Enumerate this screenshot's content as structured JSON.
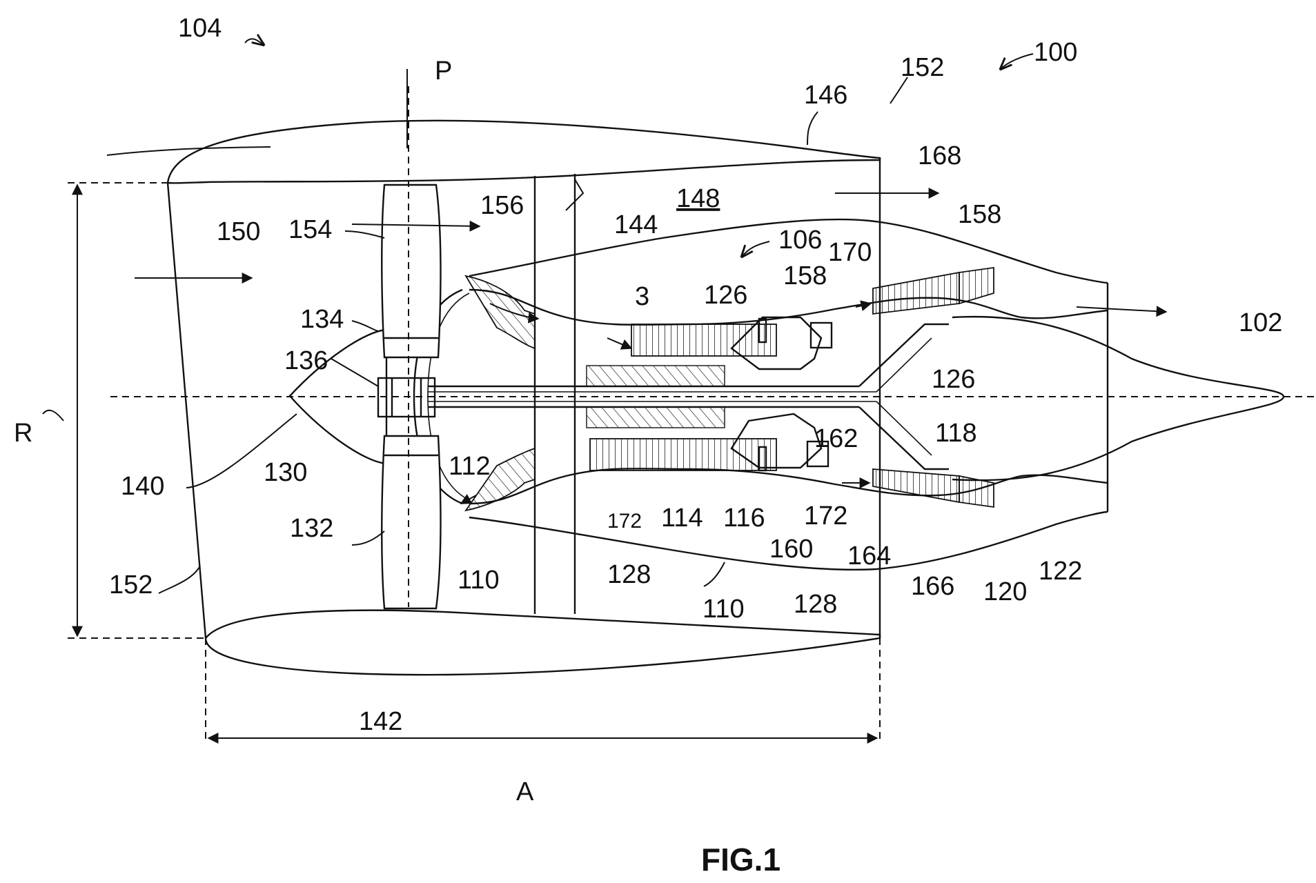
{
  "figure": {
    "title": "FIG.1",
    "labels": {
      "l100": "100",
      "l102": "102",
      "l104": "104",
      "l106": "106",
      "l110a": "110",
      "l110b": "110",
      "l112": "112",
      "l114": "114",
      "l116": "116",
      "l118": "118",
      "l120": "120",
      "l122": "122",
      "l126a": "126",
      "l126b": "126",
      "l128a": "128",
      "l128b": "128",
      "l130": "130",
      "l132": "132",
      "l134": "134",
      "l136": "136",
      "l140": "140",
      "l142": "142",
      "l144": "144",
      "l146": "146",
      "l148": "148",
      "l150": "150",
      "l152a": "152",
      "l152b": "152",
      "l154": "154",
      "l156": "156",
      "l158a": "158",
      "l158b": "158",
      "l160": "160",
      "l162": "162",
      "l164": "164",
      "l166": "166",
      "l168": "168",
      "l170": "170",
      "l172a": "172",
      "l172b": "172",
      "l3": "3",
      "lP": "P",
      "lR": "R",
      "lA": "A"
    }
  }
}
